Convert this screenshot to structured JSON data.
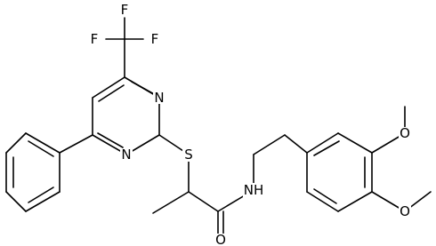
{
  "atom_labels": {
    "f1": "F",
    "f2": "F",
    "f3": "F",
    "n_upper": "N",
    "n_lower": "N",
    "s": "S",
    "nh": "NH",
    "o_amide": "O",
    "o_methoxy_top": "O",
    "o_methoxy_bottom": "O"
  },
  "colors": {
    "bond": "#000000",
    "label": "#000000",
    "background": "#ffffff"
  }
}
